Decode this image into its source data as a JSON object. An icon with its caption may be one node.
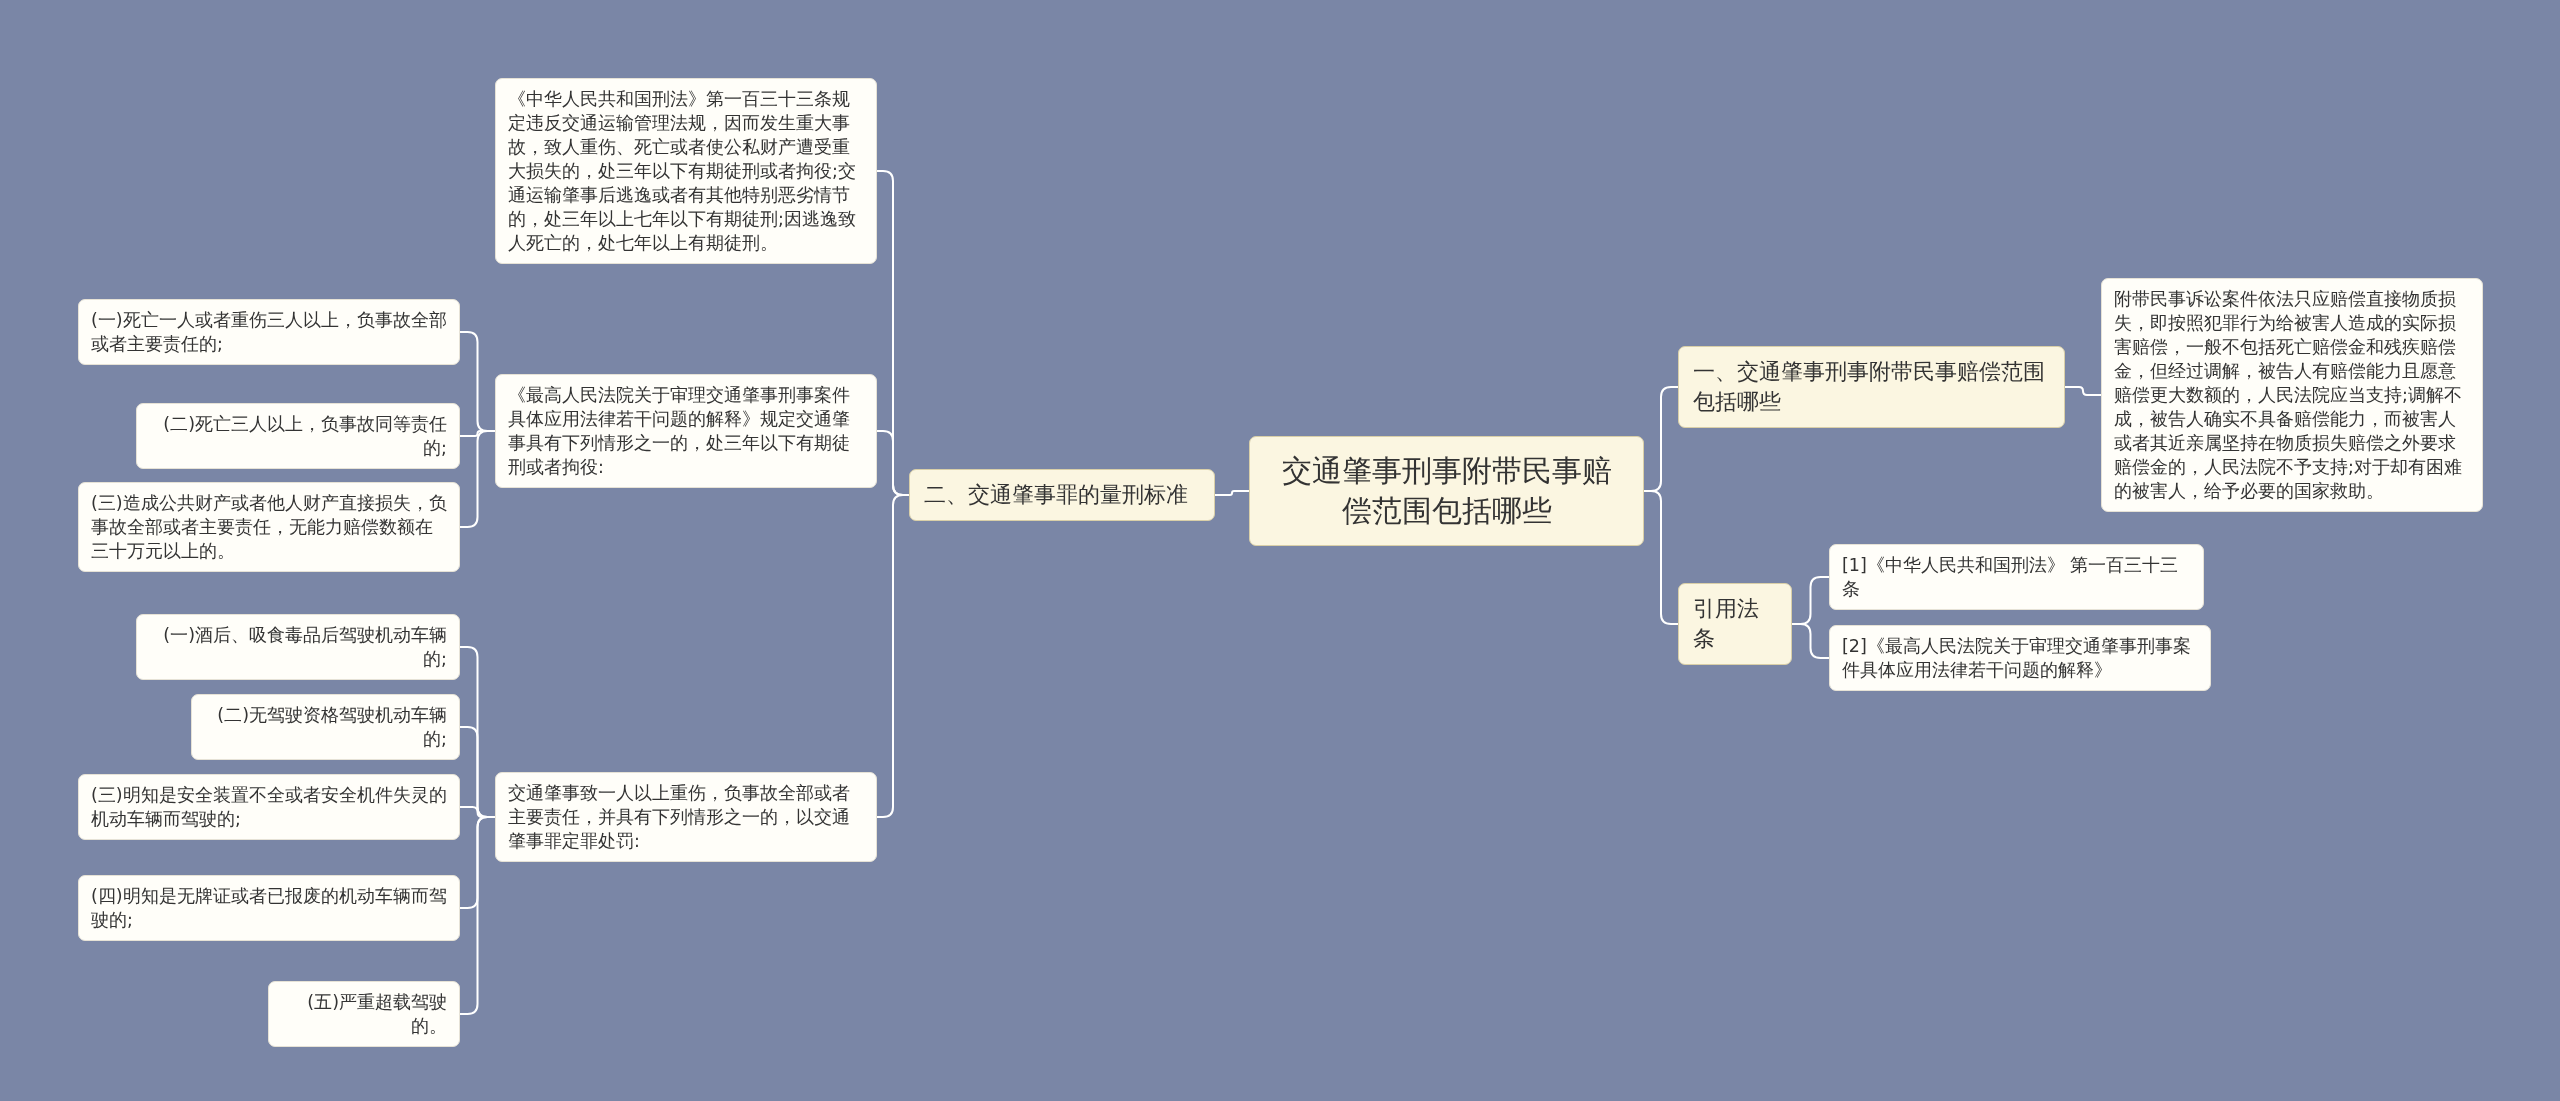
{
  "diagram": {
    "nodes": [
      {
        "text": [
          "交通肇事刑事附带民事赔偿范围包括哪些"
        ]
      },
      {
        "text": [
          "二、交通肇事罪的量刑标准"
        ]
      },
      {
        "text": [
          "《中华人民共和国刑法》第一百三十三条规定违反交通运输管理法规，因而发生重大事故，致人重伤、死亡或者使公私财产遭受重大损失的，处三年以下有期徒刑或者拘役;交通运输肇事后逃逸或者有其他特别恶劣情节的，处三年以上七年以下有期徒刑;因逃逸致人死亡的，处七年以上有期徒刑。"
        ]
      },
      {
        "text": [
          "《最高人民法院关于审理交通肇事刑事案件具体应用法律若干问题的解释》规定交通肇事具有下列情形之一的，处三年以下有期徒刑或者拘役:"
        ]
      },
      {
        "text": [
          "(一)死亡一人或者重伤三人以上，负事故全部或者主要责任的;"
        ]
      },
      {
        "text": [
          "(二)死亡三人以上，负事故同等责任的;"
        ]
      },
      {
        "text": [
          "(三)造成公共财产或者他人财产直接损失，负事故全部或者主要责任，无能力赔偿数额在三十万元以上的。"
        ]
      },
      {
        "text": [
          "交通肇事致一人以上重伤，负事故全部或者主要责任，并具有下列情形之一的，以交通肇事罪定罪处罚:"
        ]
      },
      {
        "text": [
          "(一)酒后、吸食毒品后驾驶机动车辆的;"
        ]
      },
      {
        "text": [
          "(二)无驾驶资格驾驶机动车辆的;"
        ]
      },
      {
        "text": [
          "(三)明知是安全装置不全或者安全机件失灵的机动车辆而驾驶的;"
        ]
      },
      {
        "text": [
          "(四)明知是无牌证或者已报废的机动车辆而驾驶的;"
        ]
      },
      {
        "text": [
          "(五)严重超载驾驶的。"
        ]
      },
      {
        "text": [
          "一、交通肇事刑事附带民事赔偿范围包括哪些"
        ]
      },
      {
        "text": [
          "附带民事诉讼案件依法只应赔偿直接物质损失，即按照犯罪行为给被害人造成的实际损害赔偿，一般不包括死亡赔偿金和残疾赔偿金，但经过调解，被告人有赔偿能力且愿意赔偿更大数额的，人民法院应当支持;调解不成，被告人确实不具备赔偿能力，而被害人或者其近亲属坚持在物质损失赔偿之外要求赔偿金的，人民法院不予支持;对于却有困难的被害人，给予必要的国家救助。"
        ]
      },
      {
        "text": [
          "引用法条"
        ]
      },
      {
        "text": [
          "[1]《中华人民共和国刑法》 第一百三十三条"
        ]
      },
      {
        "text": [
          "[2]《最高人民法院关于审理交通肇事刑事案件具体应用法律若干问题的解释》"
        ]
      }
    ],
    "edges": [
      {
        "from": 0,
        "to": 1,
        "arrow": "none"
      },
      {
        "from": 1,
        "to": 2,
        "arrow": "none"
      },
      {
        "from": 1,
        "to": 3,
        "arrow": "none"
      },
      {
        "from": 1,
        "to": 7,
        "arrow": "none"
      },
      {
        "from": 3,
        "to": 4,
        "arrow": "none"
      },
      {
        "from": 3,
        "to": 5,
        "arrow": "none"
      },
      {
        "from": 3,
        "to": 6,
        "arrow": "none"
      },
      {
        "from": 7,
        "to": 8,
        "arrow": "none"
      },
      {
        "from": 7,
        "to": 9,
        "arrow": "none"
      },
      {
        "from": 7,
        "to": 10,
        "arrow": "none"
      },
      {
        "from": 7,
        "to": 11,
        "arrow": "none"
      },
      {
        "from": 7,
        "to": 12,
        "arrow": "none"
      },
      {
        "from": 0,
        "to": 13,
        "arrow": "none"
      },
      {
        "from": 13,
        "to": 14,
        "arrow": "none"
      },
      {
        "from": 0,
        "to": 15,
        "arrow": "none"
      },
      {
        "from": 15,
        "to": 16,
        "arrow": "none"
      },
      {
        "from": 15,
        "to": 17,
        "arrow": "none"
      }
    ]
  }
}
